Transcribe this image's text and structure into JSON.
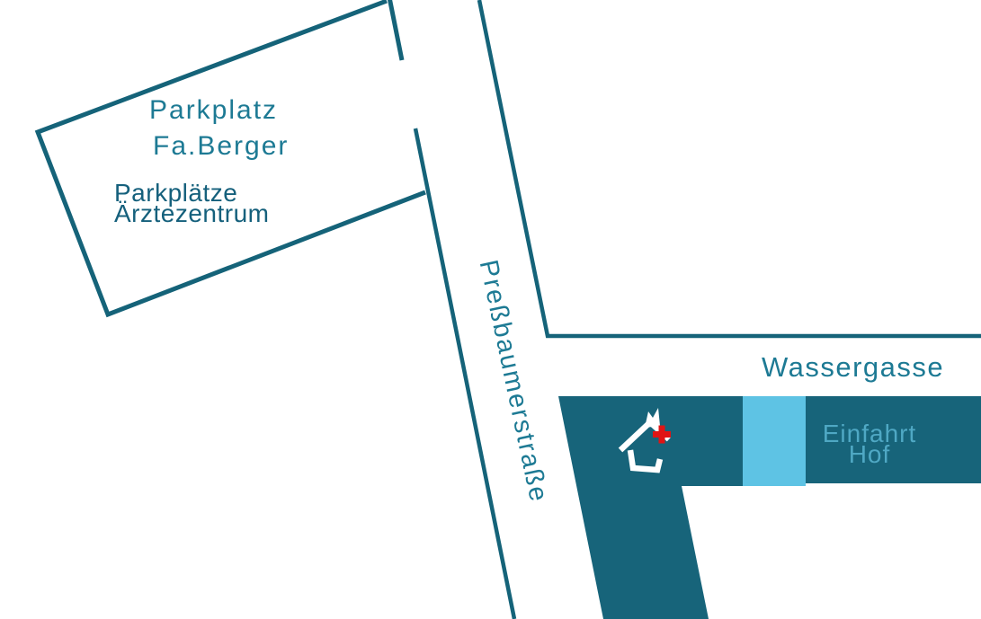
{
  "labels": {
    "parkplatz": "Parkplatz",
    "fa_berger": "Fa.Berger",
    "parkplaetze": "Parkplätze",
    "aerztezentrum": "Ärztezentrum",
    "pressbaumerstrasse": "Preßbaumerstraße",
    "wassergasse": "Wassergasse",
    "einfahrt": "Einfahrt",
    "hof": "Hof"
  },
  "icons": {
    "house": "house-icon",
    "cross": "medical-cross-icon"
  },
  "colors": {
    "line": "#156379",
    "dark_fill": "#17647a",
    "light_blue": "#5ec3e4",
    "street_text": "#1d7a94",
    "dark_text": "#15607c",
    "entrance_text": "#4fa8c4",
    "cross_red": "#e01414",
    "house_white": "#ffffff"
  }
}
